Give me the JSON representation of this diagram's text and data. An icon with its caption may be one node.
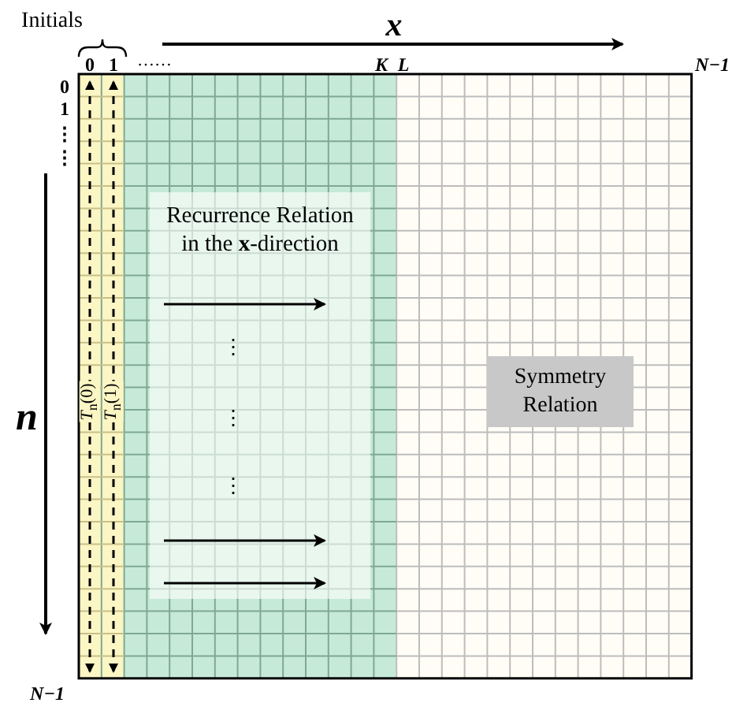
{
  "diagram": {
    "nodes": [
      {
        "text": [
          "Recurrence Relation in the **x**-direction"
        ]
      },
      {
        "text": [
          "Symmetry Relation"
        ]
      }
    ],
    "labels": [
      "Initials",
      "x",
      "0",
      "1",
      "……",
      "K",
      "L",
      "N−1",
      "0",
      "1",
      "⋮",
      "⋮",
      "n",
      "*T*$_{n}$(0)",
      "*T*$_{n}$(1)",
      "⋮",
      "⋮",
      "⋮",
      "N−1"
    ]
  }
}
